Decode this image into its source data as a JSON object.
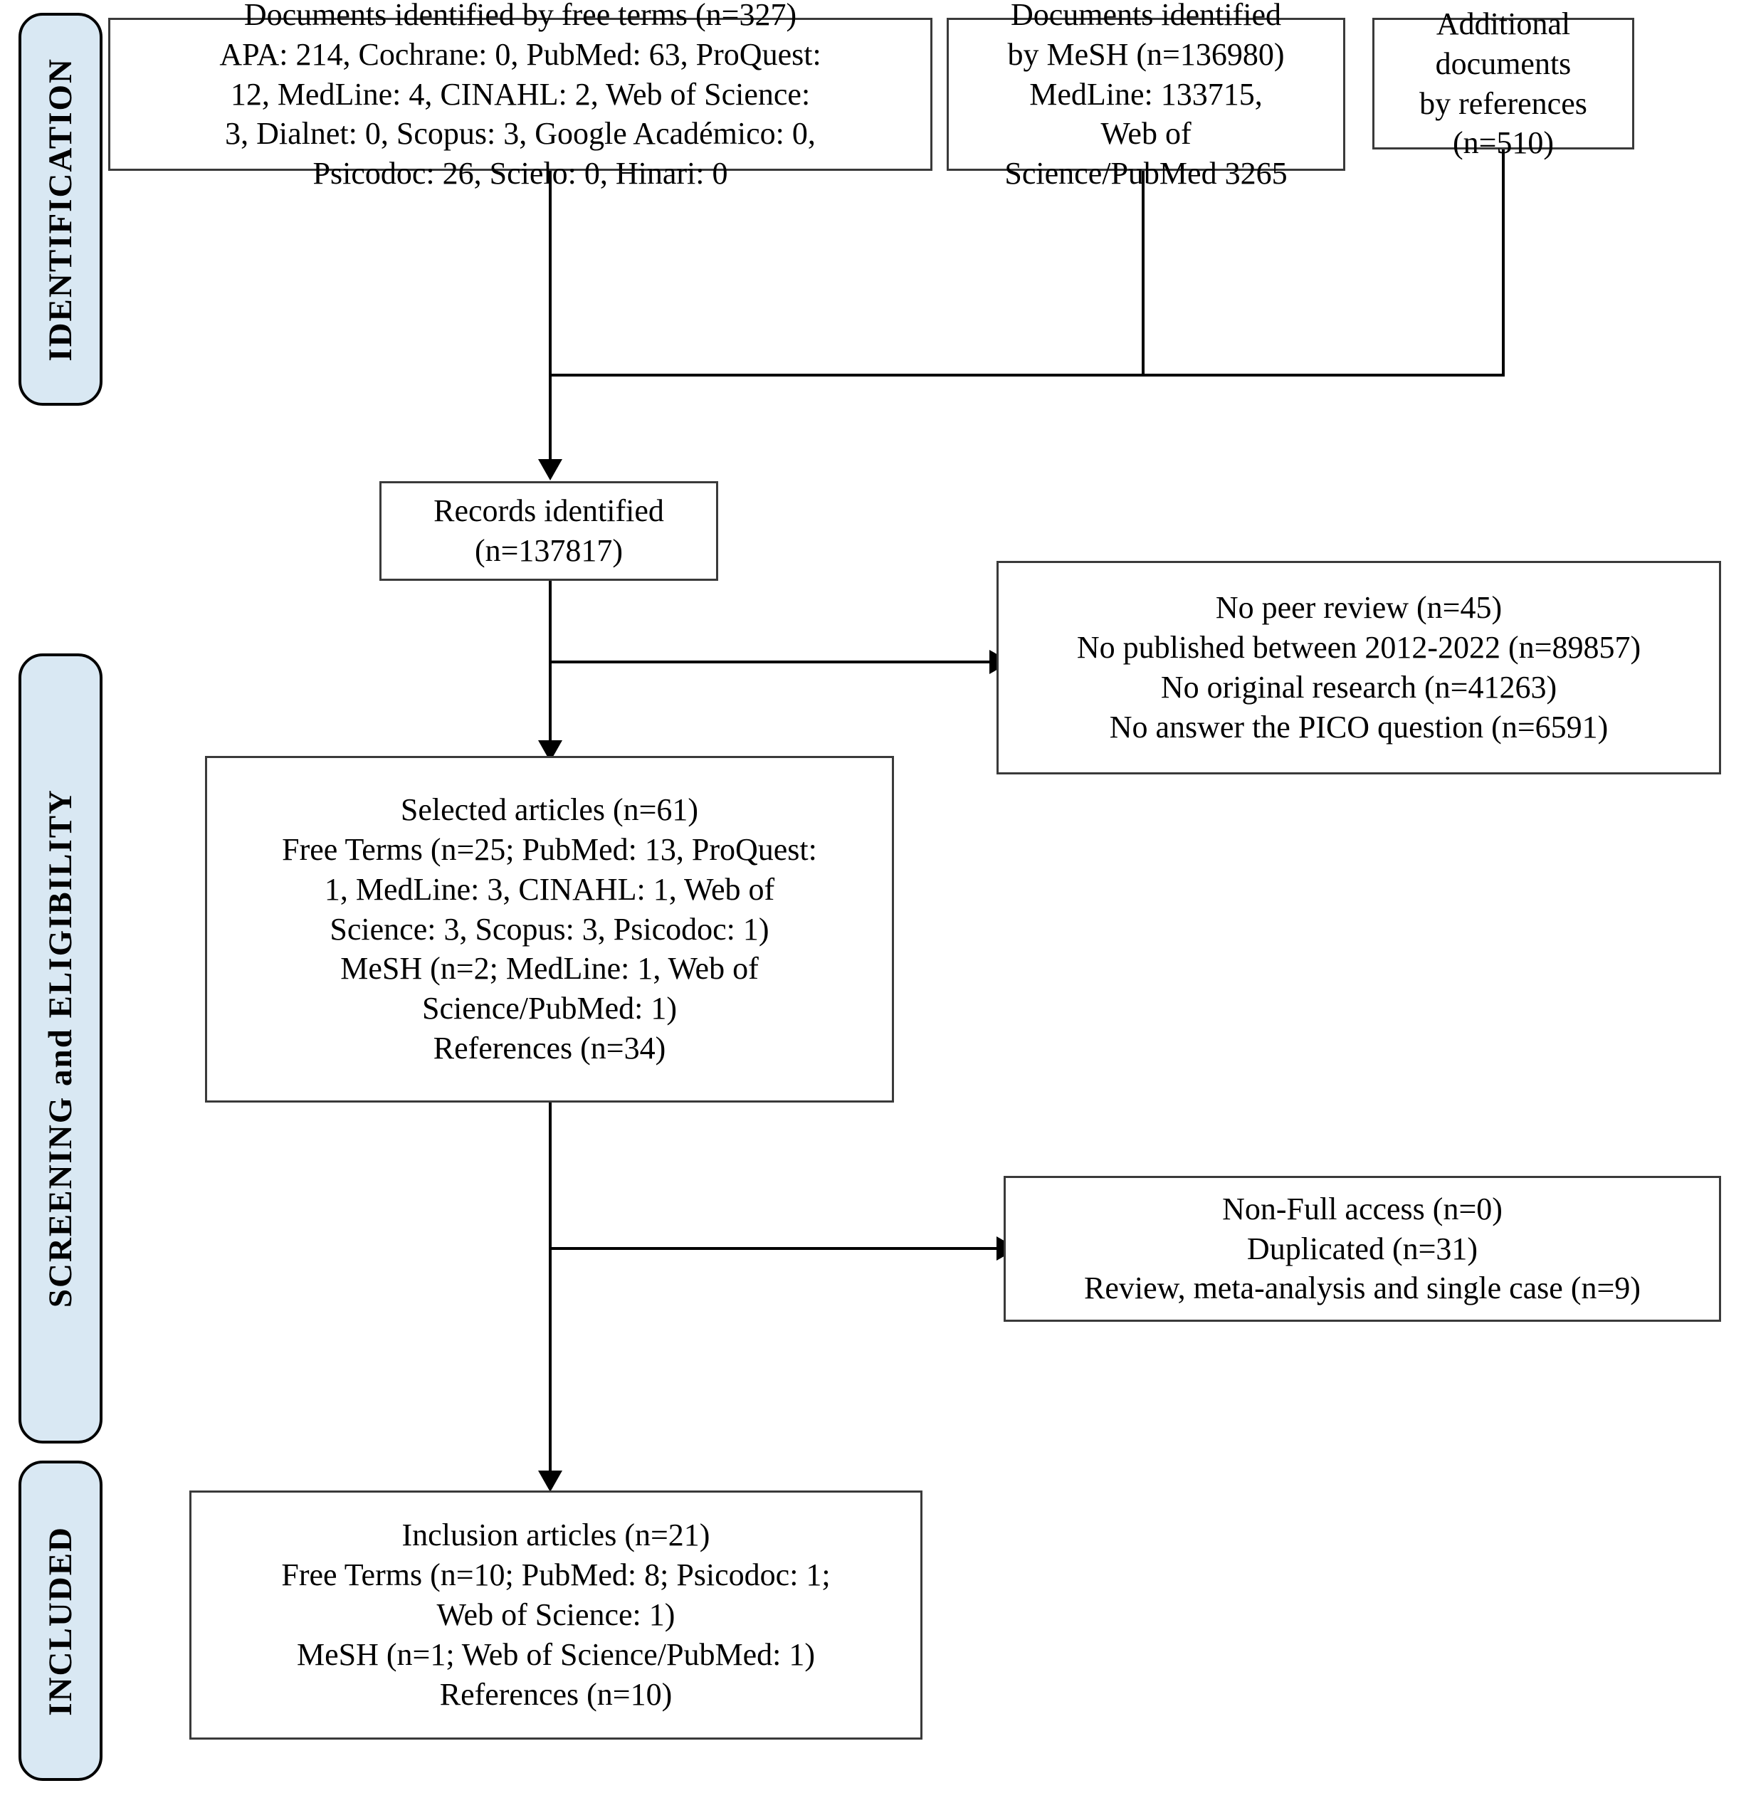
{
  "diagram": {
    "title": "PRISMA flow diagram",
    "colors": {
      "rail_fill": "#d9e8f3",
      "rail_border": "#000000",
      "box_border": "#3a3a3a",
      "connector": "#000000",
      "background": "#ffffff"
    }
  },
  "stages": [
    {
      "id": "identification",
      "label": "IDENTIFICATION"
    },
    {
      "id": "screening_eligibility",
      "label": "SCREENING and ELIGIBILITY"
    },
    {
      "id": "included",
      "label": "INCLUDED"
    }
  ],
  "boxes": {
    "free_terms": {
      "name": "documents-identified-free-terms",
      "lines": [
        "Documents identified by free terms (n=327)",
        "APA: 214, Cochrane: 0, PubMed: 63, ProQuest:",
        "12, MedLine: 4, CINAHL:  2, Web of Science:",
        "3, Dialnet: 0, Scopus: 3, Google Académico: 0,",
        "Psicodoc: 26, Scielo: 0, Hinari: 0"
      ]
    },
    "mesh": {
      "name": "documents-identified-mesh",
      "lines": [
        "Documents identified",
        "by MeSH (n=136980)",
        "MedLine: 133715,",
        "Web of",
        "Science/PubMed 3265"
      ]
    },
    "additional": {
      "name": "additional-documents-references",
      "lines": [
        "Additional",
        "documents",
        "by references",
        "(n=510)"
      ]
    },
    "records_identified": {
      "name": "records-identified",
      "lines": [
        "Records identified",
        "(n=137817)"
      ]
    },
    "excluded_screening": {
      "name": "excluded-screening-reasons",
      "lines": [
        "No peer review (n=45)",
        "No published between 2012-2022 (n=89857)",
        "No original research (n=41263)",
        "No answer the PICO question (n=6591)"
      ]
    },
    "selected_articles": {
      "name": "selected-articles",
      "lines": [
        "Selected articles (n=61)",
        "Free Terms (n=25; PubMed: 13, ProQuest:",
        "1, MedLine: 3, CINAHL:  1, Web of",
        "Science: 3, Scopus: 3, Psicodoc: 1)",
        "MeSH (n=2; MedLine: 1, Web of",
        "Science/PubMed: 1)",
        "References (n=34)"
      ]
    },
    "excluded_eligibility": {
      "name": "excluded-eligibility-reasons",
      "lines": [
        "Non-Full access (n=0)",
        "Duplicated (n=31)",
        "Review, meta-analysis and single case (n=9)"
      ]
    },
    "inclusion_articles": {
      "name": "inclusion-articles",
      "lines": [
        "Inclusion articles (n=21)",
        "Free Terms (n=10; PubMed: 8; Psicodoc: 1;",
        "Web of Science: 1)",
        "MeSH (n=1; Web of Science/PubMed: 1)",
        "References (n=10)"
      ]
    }
  },
  "connectors": [
    {
      "name": "free-terms-to-merge",
      "type": "vertical-then-arrow"
    },
    {
      "name": "mesh-to-merge",
      "type": "vertical"
    },
    {
      "name": "additional-to-merge",
      "type": "vertical"
    },
    {
      "name": "merge-bus-to-records",
      "type": "horizontal-bus"
    },
    {
      "name": "records-to-selected",
      "type": "vertical-arrow"
    },
    {
      "name": "records-to-excluded-screening",
      "type": "horizontal-arrow"
    },
    {
      "name": "selected-to-inclusion",
      "type": "vertical-arrow"
    },
    {
      "name": "selected-to-excluded-eligibility",
      "type": "horizontal-arrow"
    }
  ]
}
